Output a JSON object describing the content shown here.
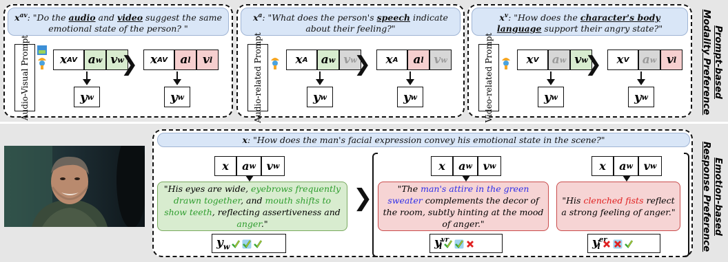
{
  "top": {
    "side_label_line1": "Prompt-based",
    "side_label_line2": "Modality Preference",
    "panels": [
      {
        "prompt_symbol": "x",
        "prompt_sup": "av",
        "prompt_text_pre": ": \"Do the ",
        "kw1": "audio",
        "mid": " and ",
        "kw2": "video",
        "prompt_text_post": " suggest the same emotional state of the person? \"",
        "prompt_label": "Audio-Visual Prompt",
        "x_sup": "AV",
        "chosen": [
          "a_w",
          "v_w"
        ],
        "rejected": [
          "a_l",
          "v_l"
        ],
        "y": "y_w"
      },
      {
        "prompt_symbol": "x",
        "prompt_sup": "a",
        "prompt_text_pre": ": \"What does the person's ",
        "kw1": "speech",
        "prompt_text_post": " indicate about their feeling?\"",
        "prompt_label": "Audio-related Prompt",
        "x_sup": "A",
        "chosen": [
          "a_w",
          "v_w"
        ],
        "rejected": [
          "a_l",
          "v_w"
        ],
        "y": "y_w"
      },
      {
        "prompt_symbol": "x",
        "prompt_sup": "v",
        "prompt_text_pre": ": \"How does the ",
        "kw1": "character's body language",
        "prompt_text_post": " support their angry state?\"",
        "prompt_label": "Video-related Prompt",
        "x_sup": "V",
        "chosen": [
          "a_w",
          "v_w"
        ],
        "rejected": [
          "a_w",
          "v_l"
        ],
        "y": "y_w"
      }
    ]
  },
  "bottom": {
    "side_label_line1": "Emotion-based",
    "side_label_line2": "Response Preference",
    "question_symbol": "x",
    "question_text": ": \"How does the man's facial expression convey his emotional state in the scene?\"",
    "input_cells": [
      "x",
      "a_w",
      "v_w"
    ],
    "responses": [
      {
        "parts": [
          {
            "t": "\"His eyes are wide, ",
            "c": ""
          },
          {
            "t": "eyebrows frequently drawn together",
            "c": "g"
          },
          {
            "t": ", and ",
            "c": ""
          },
          {
            "t": "mouth shifts to show teeth",
            "c": "g"
          },
          {
            "t": ", reflecting assertiveness and ",
            "c": ""
          },
          {
            "t": "anger",
            "c": "g"
          },
          {
            "t": ".\"",
            "c": ""
          }
        ],
        "label": "y",
        "sub": "w",
        "sup": "",
        "marks": [
          "check",
          "check-box",
          "check"
        ]
      },
      {
        "parts": [
          {
            "t": "\"The ",
            "c": ""
          },
          {
            "t": "man's attire in the green sweater",
            "c": "b"
          },
          {
            "t": " complements the decor of the room, subtly hinting at the mood of anger.\"",
            "c": ""
          }
        ],
        "label": "y",
        "sub": "l",
        "sup": "vr",
        "marks": [
          "check",
          "check-box",
          "cross"
        ]
      },
      {
        "parts": [
          {
            "t": "\"His ",
            "c": ""
          },
          {
            "t": "clenched fists",
            "c": "r"
          },
          {
            "t": " reflect a strong feeling of anger.\"",
            "c": ""
          }
        ],
        "label": "y",
        "sub": "l",
        "sup": "er",
        "marks": [
          "cross",
          "cross-box",
          "check"
        ]
      }
    ]
  }
}
